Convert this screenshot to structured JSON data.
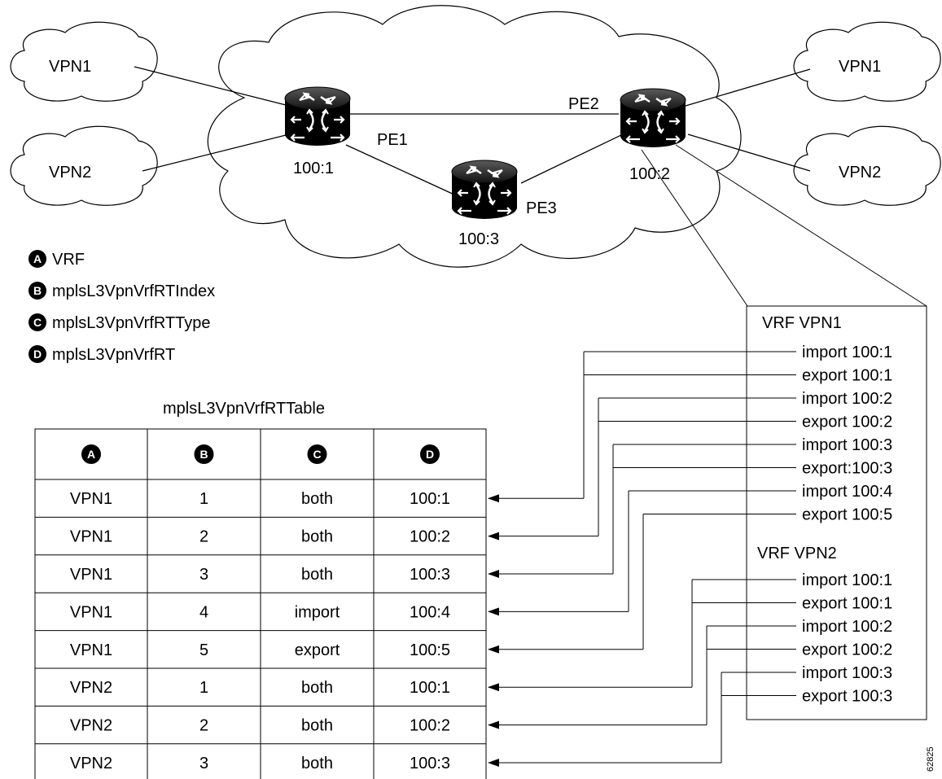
{
  "clouds": {
    "left_top": "VPN1",
    "left_bottom": "VPN2",
    "right_top": "VPN1",
    "right_bottom": "VPN2"
  },
  "routers": {
    "pe1": {
      "name": "PE1",
      "rd": "100:1"
    },
    "pe2": {
      "name": "PE2",
      "rd": "100:2"
    },
    "pe3": {
      "name": "PE3",
      "rd": "100:3"
    }
  },
  "legend": [
    {
      "badge": "A",
      "label": "VRF"
    },
    {
      "badge": "B",
      "label": "mplsL3VpnVrfRTIndex"
    },
    {
      "badge": "C",
      "label": "mplsL3VpnVrfRTType"
    },
    {
      "badge": "D",
      "label": "mplsL3VpnVrfRT"
    }
  ],
  "table": {
    "title": "mplsL3VpnVrfRTTable",
    "headers": [
      "A",
      "B",
      "C",
      "D"
    ],
    "rows": [
      [
        "VPN1",
        "1",
        "both",
        "100:1"
      ],
      [
        "VPN1",
        "2",
        "both",
        "100:2"
      ],
      [
        "VPN1",
        "3",
        "both",
        "100:3"
      ],
      [
        "VPN1",
        "4",
        "import",
        "100:4"
      ],
      [
        "VPN1",
        "5",
        "export",
        "100:5"
      ],
      [
        "VPN2",
        "1",
        "both",
        "100:1"
      ],
      [
        "VPN2",
        "2",
        "both",
        "100:2"
      ],
      [
        "VPN2",
        "3",
        "both",
        "100:3"
      ]
    ]
  },
  "config_box": {
    "vrf1_title": "VRF VPN1",
    "vrf1_lines": [
      "import 100:1",
      "export 100:1",
      "import 100:2",
      "export 100:2",
      "import 100:3",
      "export:100:3",
      "import 100:4",
      "export 100:5"
    ],
    "vrf2_title": "VRF VPN2",
    "vrf2_lines": [
      "import 100:1",
      "export 100:1",
      "import 100:2",
      "export 100:2",
      "import 100:3",
      "export 100:3"
    ]
  },
  "figure_id": "62825"
}
